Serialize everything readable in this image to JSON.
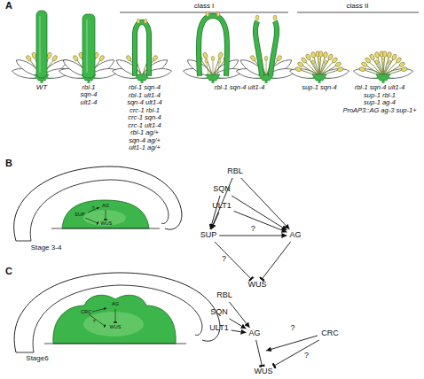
{
  "diagram": {
    "nodes": [
      {
        "text": [
          "RBL"
        ]
      },
      {
        "text": [
          "SQN"
        ]
      },
      {
        "text": [
          "ULT1"
        ]
      },
      {
        "text": [
          "SUP"
        ]
      },
      {
        "text": [
          "AG"
        ]
      },
      {
        "text": [
          "WUS"
        ]
      },
      {
        "text": [
          "RBL"
        ]
      },
      {
        "text": [
          "SQN"
        ]
      },
      {
        "text": [
          "ULT1"
        ]
      },
      {
        "text": [
          "AG"
        ]
      },
      {
        "text": [
          "CRC"
        ]
      },
      {
        "text": [
          "WUS"
        ]
      }
    ],
    "edges": [
      {
        "from": 0,
        "to": 3,
        "arrow": "to"
      },
      {
        "from": 1,
        "to": 3,
        "arrow": "to"
      },
      {
        "from": 2,
        "to": 3,
        "arrow": "to"
      },
      {
        "from": 0,
        "to": 4,
        "arrow": "to"
      },
      {
        "from": 1,
        "to": 4,
        "arrow": "to"
      },
      {
        "from": 2,
        "to": 4,
        "arrow": "to"
      },
      {
        "from": 3,
        "to": 4,
        "label": "?",
        "arrow": "to"
      },
      {
        "from": 3,
        "to": 5,
        "label": "?",
        "arrow": "to"
      },
      {
        "from": 4,
        "to": 5,
        "arrow": "to"
      },
      {
        "from": 6,
        "to": 9,
        "arrow": "to"
      },
      {
        "from": 7,
        "to": 9,
        "arrow": "to"
      },
      {
        "from": 8,
        "to": 9,
        "arrow": "to"
      },
      {
        "from": 9,
        "to": 11,
        "arrow": "to"
      },
      {
        "from": 10,
        "to": 11,
        "label": "?",
        "arrow": "to"
      }
    ],
    "labels": [
      "A",
      "class I",
      "class II",
      "WT",
      "rbl-1 sqn-4 ult1-4",
      "rbl-1 sqn-4",
      "rbl-1 ult1-4",
      "sqn-4 ult1-4",
      "crc-1 rbl-1",
      "crc-1 sqn-4",
      "crc-1 ult1-4",
      "rbl-1 ag/+",
      "sqn-4 ag/+",
      "ult1-1 ag/+",
      "rbl-1 sqn-4 ult1-4",
      "sup-1 sqn-4",
      "rbl-1 sqn-4 ult1-4",
      "sup-1 rbl-1",
      "sup-1 ag-4",
      "ProAP3::AG ag-3 sup-1+",
      "B",
      "SUP",
      "?",
      "AG",
      "WUS",
      "Stage 3-4",
      "C",
      "CRC",
      "AG",
      "?",
      "WUS",
      "Stage6",
      "?"
    ]
  }
}
